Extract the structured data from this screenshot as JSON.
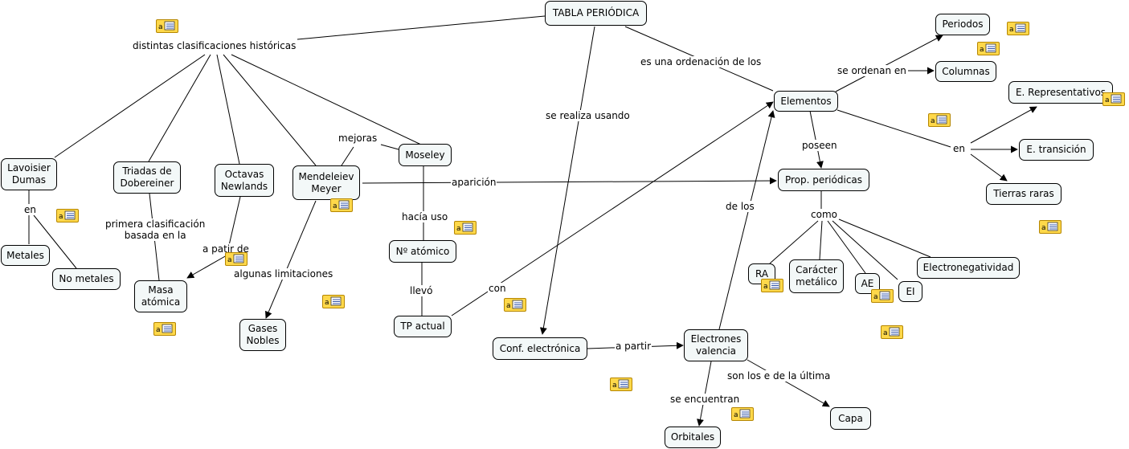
{
  "colors": {
    "node_fill": "#f3f8f8",
    "node_border": "#000000",
    "note_fill": "#ffd84a"
  },
  "icons": {
    "resource": "note-resource-icon"
  },
  "nodes": {
    "tabla": "TABLA PERIÓDICA",
    "lavoisier": "Lavoisier\nDumas",
    "triadas": "Triadas de\nDobereiner",
    "octavas": "Octavas\nNewlands",
    "mendeleiev": "Mendeleiev\nMeyer",
    "moseley": "Moseley",
    "metales": "Metales",
    "nometales": "No metales",
    "masa": "Masa\natómica",
    "gases": "Gases\nNobles",
    "natomico": "Nº atómico",
    "tpactual": "TP actual",
    "conf": "Conf. electrónica",
    "electrones": "Electrones\nvalencia",
    "orbitales": "Orbitales",
    "capa": "Capa",
    "elementos": "Elementos",
    "periodos": "Periodos",
    "columnas": "Columnas",
    "erep": "E. Representativos",
    "etrans": "E. transición",
    "tierras": "Tierras raras",
    "prop": "Prop. periódicas",
    "ra": "RA",
    "caracter": "Carácter\nmetálico",
    "ae": "AE",
    "ei": "EI",
    "electroneg": "Electronegatividad"
  },
  "labels": {
    "distintas": "distintas clasificaciones históricas",
    "ordenacion": "es una ordenación de los",
    "serealiza": "se realiza usando",
    "ordenanen": "se ordenan en",
    "en1": "en",
    "en2": "en",
    "poseen": "poseen",
    "mejoras": "mejoras",
    "aparicion": "aparición",
    "primera": "primera clasificación\nbasada en la",
    "apatir": "a patir de",
    "algunas": "algunas limitaciones",
    "haciauso": "hacía uso",
    "llevo": "llevó",
    "con": "con",
    "apartir": "a partir",
    "delos": "de los",
    "como": "como",
    "sonlos": "son los e de la última",
    "seencuentran": "se encuentran"
  }
}
